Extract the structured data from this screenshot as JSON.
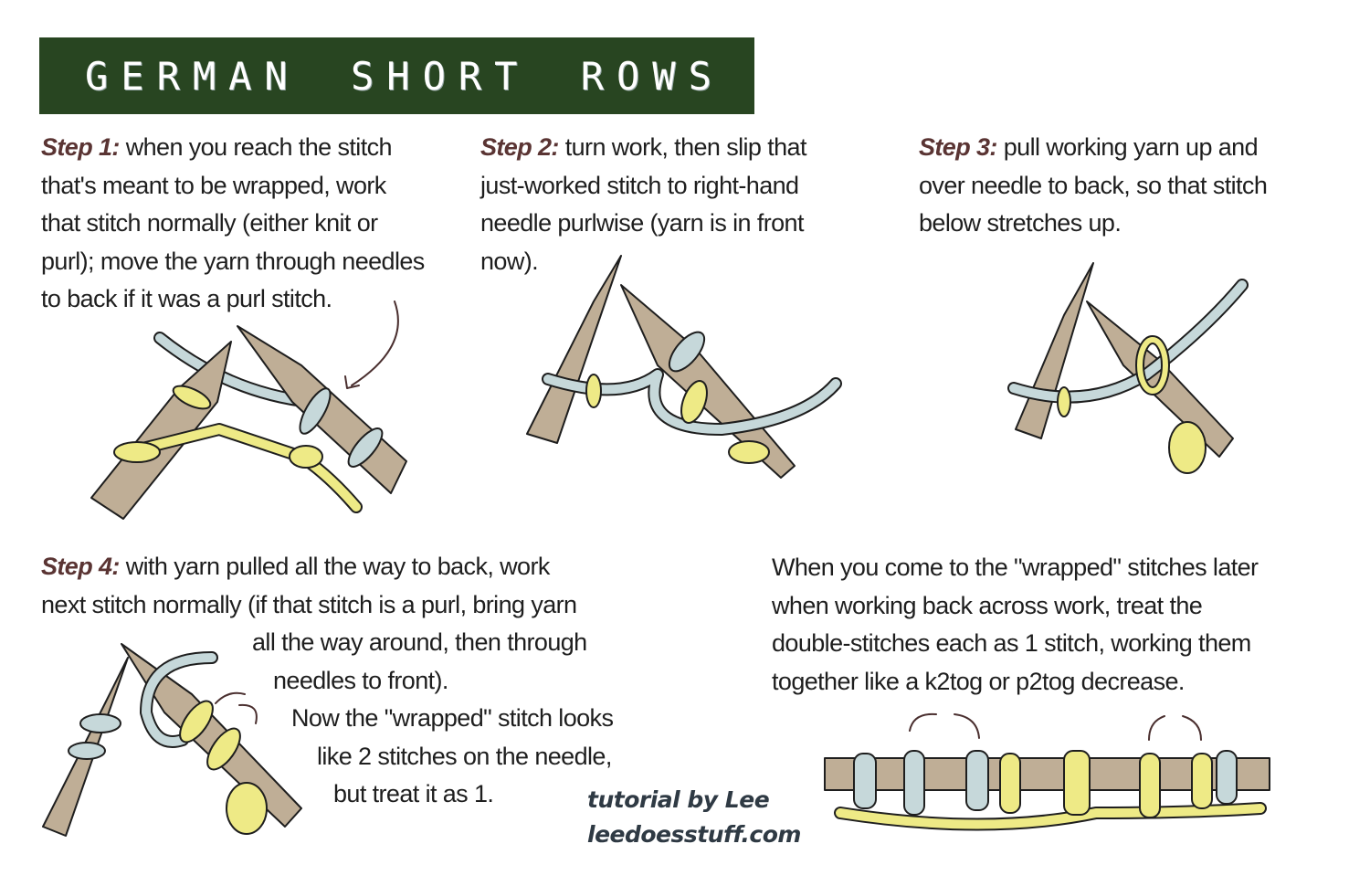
{
  "title": "GERMAN SHORT ROWS",
  "colors": {
    "banner": "#284521",
    "step_label": "#5a3433",
    "needle": "#bfae96",
    "yarn_yellow": "#eeea86",
    "yarn_blue": "#c6d8da",
    "credit": "#2f3a44"
  },
  "steps": [
    {
      "label": "Step 1:",
      "lines": [
        "when you reach the stitch",
        "that's meant to be wrapped, work",
        "that stitch normally (either knit or",
        "purl); move the yarn through needles",
        "to back if it was a purl stitch."
      ]
    },
    {
      "label": "Step 2:",
      "lines": [
        "turn work, then slip that",
        "just-worked stitch to right-hand",
        "needle purlwise (yarn is in front",
        "now)."
      ]
    },
    {
      "label": "Step 3:",
      "lines": [
        "pull working yarn up and",
        "over needle to back, so that stitch",
        "below stretches up."
      ]
    },
    {
      "label": "Step 4:",
      "lines": [
        "with yarn pulled all the way to back, work",
        "next stitch normally (if that stitch is a purl, bring yarn",
        "all the way around, then through",
        "needles to front).",
        "Now the \"wrapped\" stitch looks",
        "like 2 stitches on the needle,",
        "but treat it as 1."
      ]
    }
  ],
  "note": {
    "lines": [
      "When you come to the \"wrapped\" stitches later",
      "when working back across work, treat the",
      "double-stitches each as 1 stitch, working them",
      "together like a k2tog or p2tog decrease."
    ]
  },
  "credit": {
    "line1": "tutorial by Lee",
    "line2": "leedoesstuff.com"
  }
}
